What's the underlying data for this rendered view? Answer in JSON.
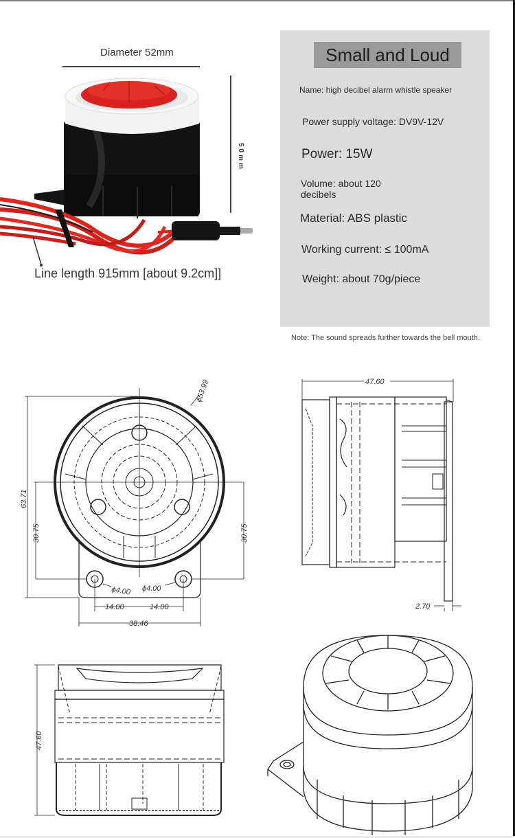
{
  "photo": {
    "diameter_label": "Diameter 52mm",
    "height_label": "50mm",
    "line_length_label": "Line length 915mm [about 9.2cm]]",
    "colors": {
      "cap_red": "#d8201e",
      "ring_white": "#f2f2f2",
      "body_black": "#111111",
      "wire_red": "#e0241c"
    }
  },
  "spec_panel": {
    "title": "Small and Loud",
    "items": [
      {
        "label": "Name: high decibel alarm whistle speaker"
      },
      {
        "label": "Power supply voltage: DV9V-12V"
      },
      {
        "label": "Power: 15W"
      },
      {
        "label": "Volume: about 120 decibels"
      },
      {
        "label": "Material: ABS plastic"
      },
      {
        "label": "Working current: ≤ 100mA"
      },
      {
        "label": "Weight: about 70g/piece"
      }
    ],
    "colors": {
      "panel_bg": "#dcdcdc",
      "title_bg": "#9a9a9a"
    }
  },
  "note": "Note: The sound spreads further towards the bell mouth.",
  "drawings": {
    "top_view": {
      "diameter": "ϕ53.99",
      "total_height": "63.71",
      "left_offset": "30.75",
      "right_offset": "30.75",
      "hole_left": "ϕ4.00",
      "hole_right": "ϕ4.00",
      "hole_spacing_left": "14.00",
      "hole_spacing_right": "14.00",
      "flange_width": "38.46"
    },
    "side_view": {
      "length": "47.60",
      "flange_thickness": "2.70"
    },
    "front_view": {
      "height": "47.60"
    },
    "isometric_view": {}
  }
}
